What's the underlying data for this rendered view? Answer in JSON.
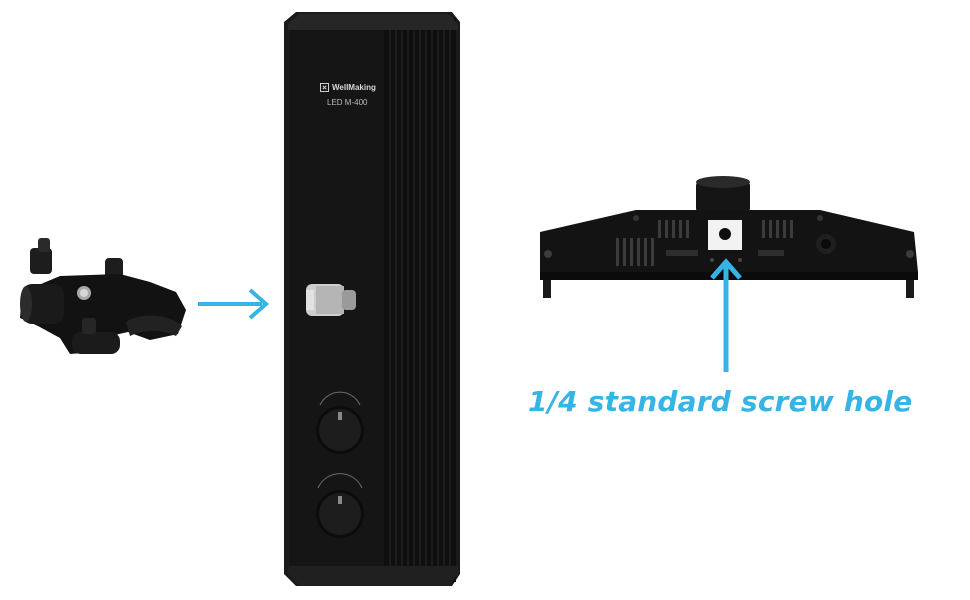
{
  "panel": {
    "brand": "WellMaking",
    "model": "LED M-400"
  },
  "annotation": {
    "caption": "1/4 standard screw hole"
  },
  "colors": {
    "accent": "#36b4e6",
    "panel_body": "#141414",
    "panel_edge": "#2a2a2a",
    "background": "#ffffff"
  },
  "icons": {
    "arrow_to_panel": "arrow-right-icon",
    "arrow_to_hole": "arrow-up-icon"
  }
}
